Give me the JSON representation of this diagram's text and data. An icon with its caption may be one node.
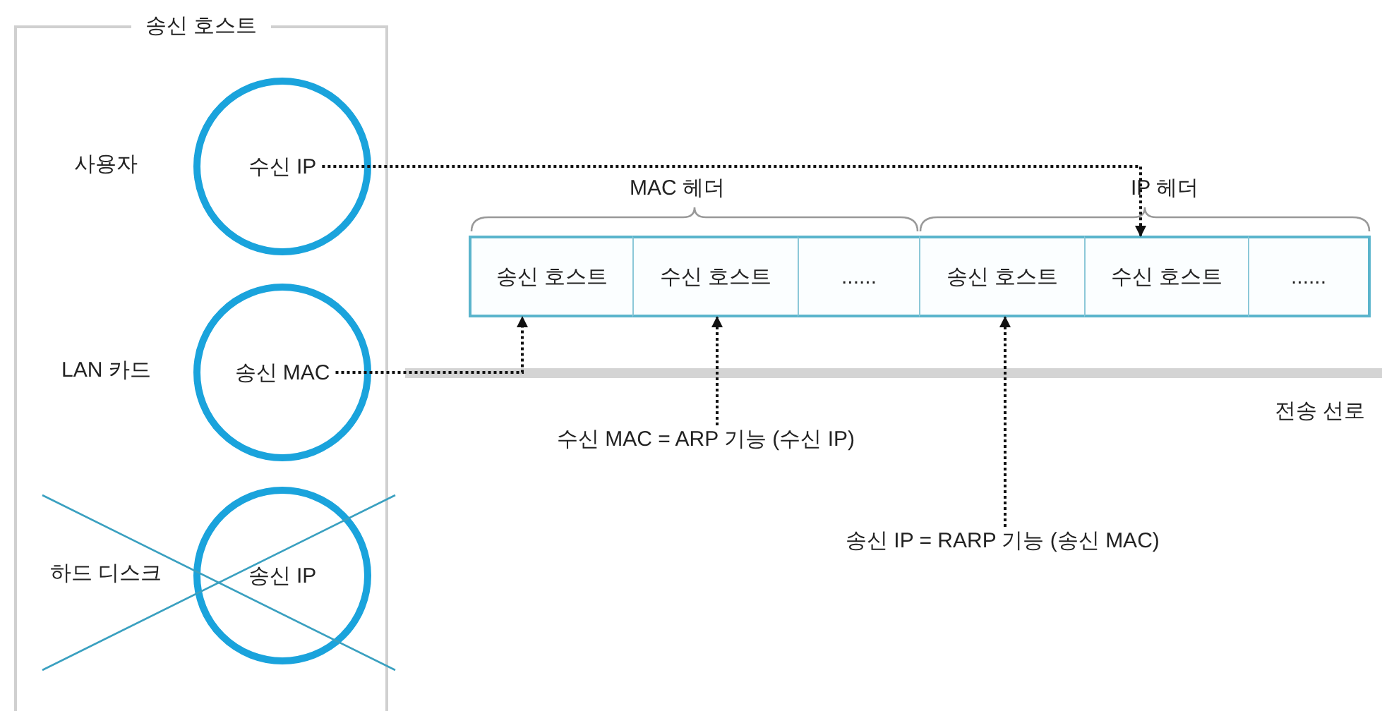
{
  "diagram": {
    "nodes": [
      {
        "text": [
          "송신 호스트"
        ]
      },
      {
        "text": [
          "수신 IP"
        ],
        "in": 0
      },
      {
        "text": [
          "송신 MAC"
        ],
        "in": 0
      },
      {
        "text": [
          "송신 IP"
        ],
        "in": 0
      },
      {
        "text": [
          "송신 호스트"
        ]
      },
      {
        "text": [
          "수신 호스트"
        ]
      },
      {
        "text": [
          "......"
        ]
      },
      {
        "text": [
          "송신 호스트"
        ]
      },
      {
        "text": [
          "수신 호스트"
        ]
      },
      {
        "text": [
          "......"
        ]
      },
      {
        "text": [
          "수신 MAC = ARP 기능 (수신 IP)"
        ]
      },
      {
        "text": [
          "송신 IP = RARP 기능 (송신 MAC)"
        ]
      }
    ],
    "edges": [
      {
        "from": 1,
        "to": 8,
        "arrow": "to",
        "style": "dashed"
      },
      {
        "from": 2,
        "to": 4,
        "arrow": "to",
        "style": "dashed"
      },
      {
        "from": 10,
        "to": 5,
        "arrow": "to",
        "style": "dashed"
      },
      {
        "from": 11,
        "to": 7,
        "arrow": "to",
        "style": "dashed"
      }
    ],
    "labels": [
      "사용자",
      "LAN 카드",
      "하드 디스크",
      "MAC 헤더",
      "IP 헤더",
      "전송 선로"
    ]
  }
}
